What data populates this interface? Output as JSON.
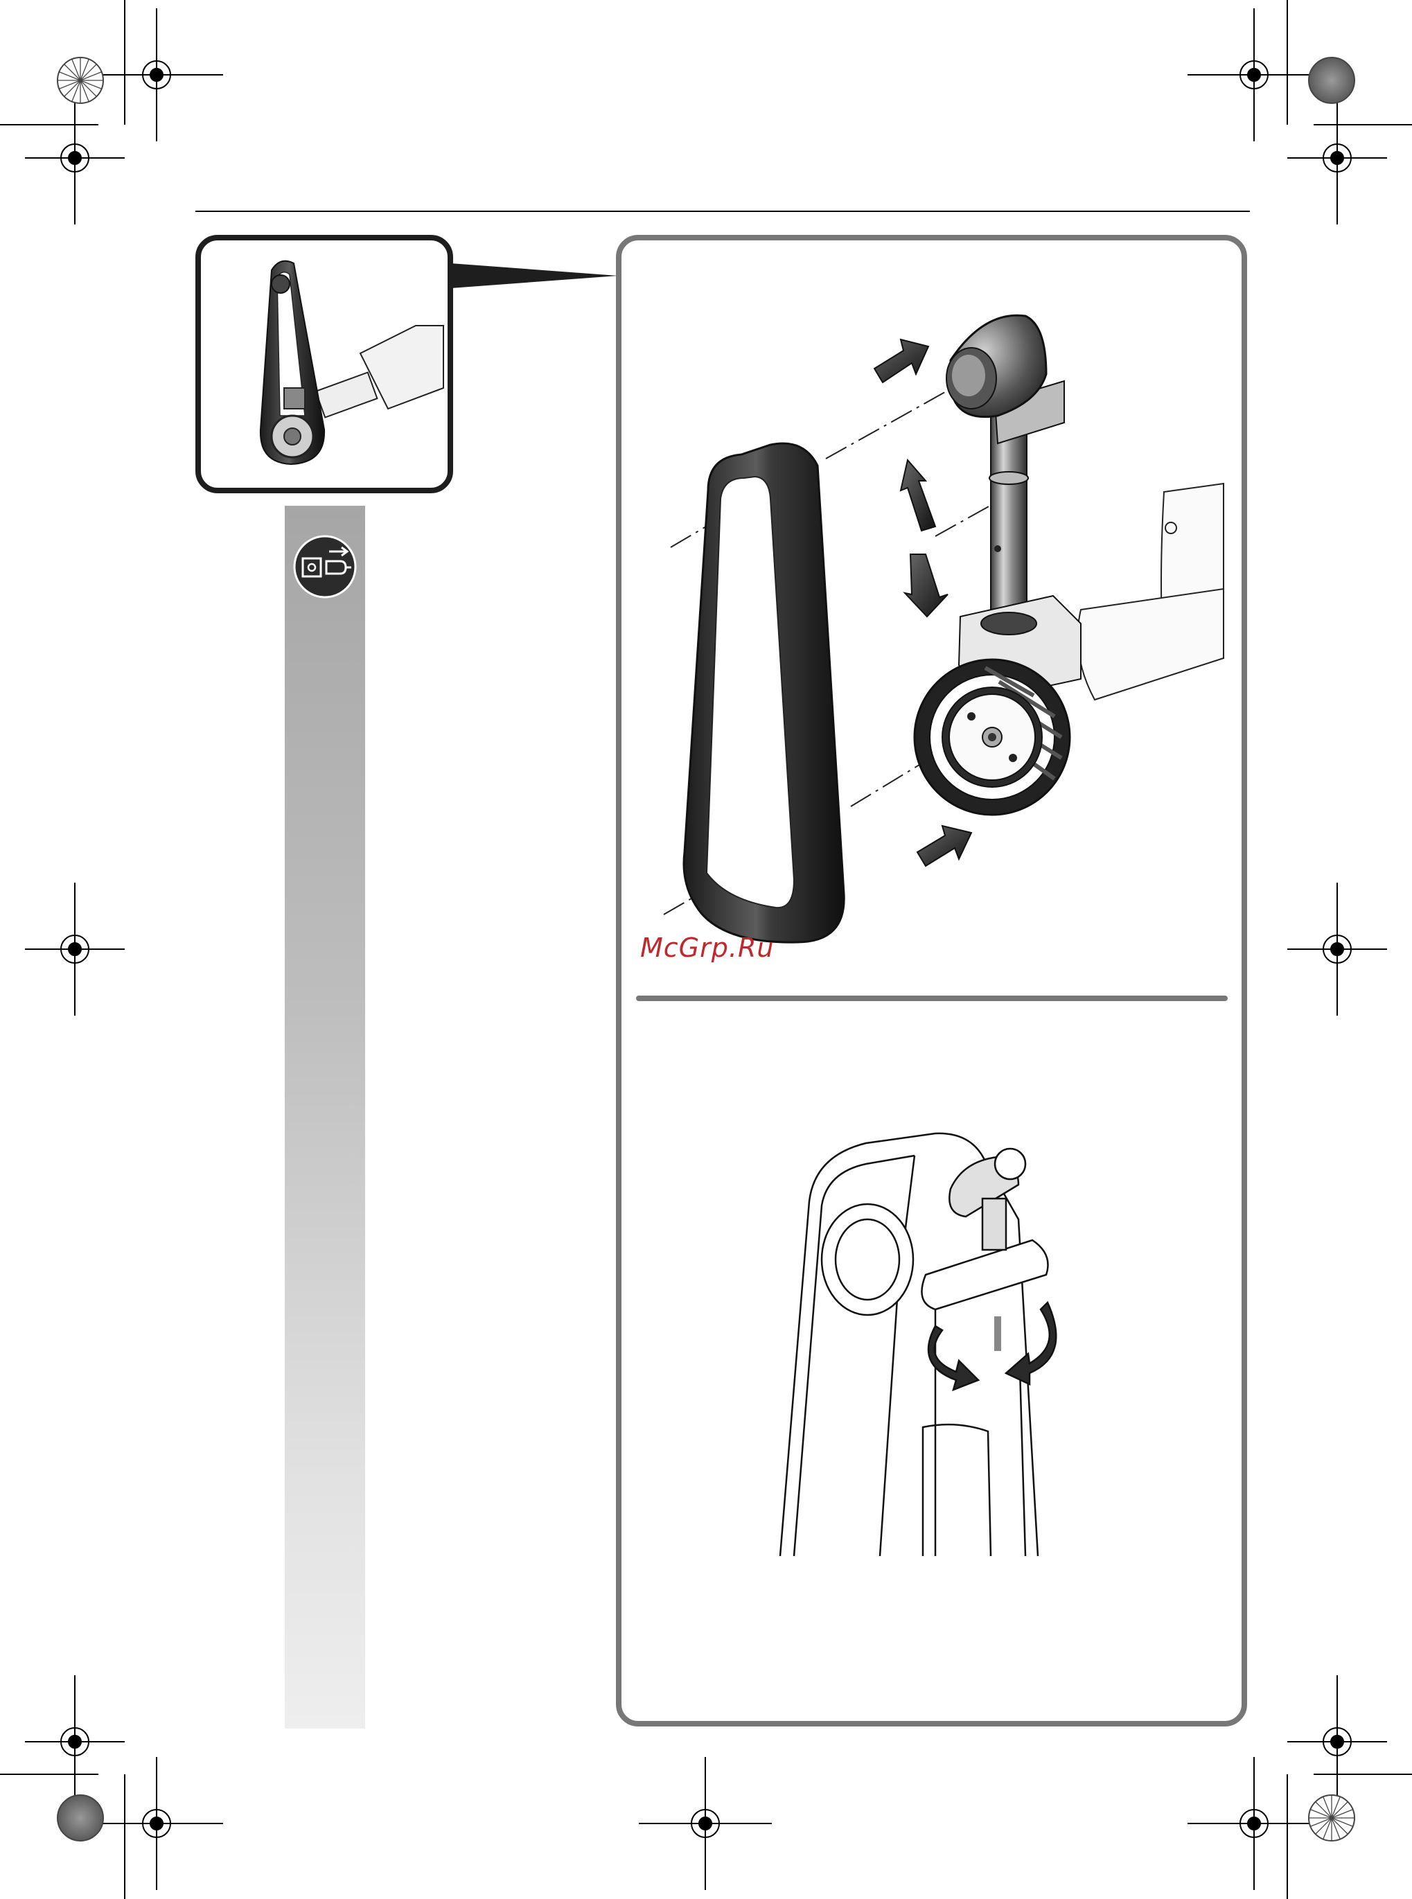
{
  "watermark": {
    "text": "McGrp.Ru"
  },
  "colors": {
    "frame": "#777777",
    "accent_watermark": "#c0282d",
    "dark_part": "#2b2b2b",
    "sidebar_top": "#a6a6a6",
    "sidebar_bottom": "#eeeeee"
  },
  "icons": {
    "unplug": "unplug-before-work-icon",
    "registration": "registration-mark-icon",
    "color_dot": "printer-color-dot-icon",
    "arrow": "direction-arrow-icon",
    "rotate": "rotate-arrow-icon"
  },
  "figures": {
    "overview": "belt-sander-attachment-overview",
    "top": "belt-installation-exploded-view",
    "bottom": "belt-tracking-adjustment-view"
  }
}
